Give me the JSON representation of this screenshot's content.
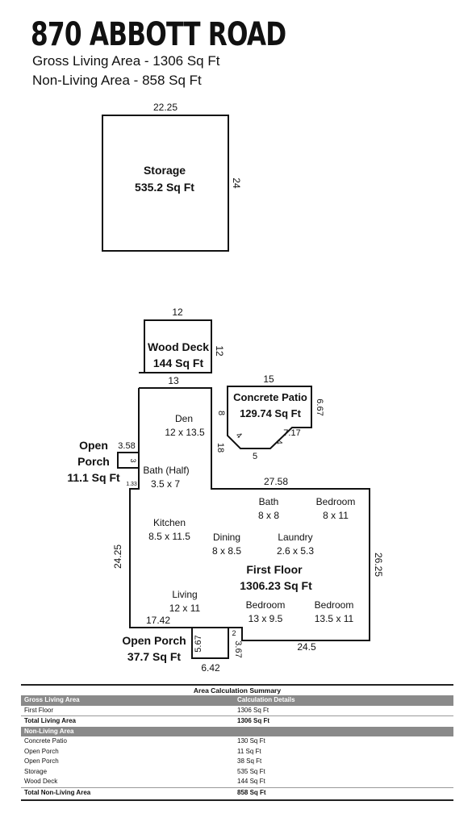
{
  "header": {
    "address": "870 ABBOTT ROAD",
    "gross_living": "Gross Living Area - 1306 Sq Ft",
    "non_living": "Non-Living Area - 858 Sq Ft"
  },
  "storage": {
    "name": "Storage",
    "area": "535.2 Sq Ft",
    "dim_top": "22.25",
    "dim_side": "24"
  },
  "wood_deck": {
    "name": "Wood Deck",
    "area": "144 Sq Ft",
    "dim_top": "12",
    "dim_side": "12",
    "dim_bottom": "13"
  },
  "concrete_patio": {
    "name": "Concrete Patio",
    "area": "129.74 Sq Ft",
    "dim_top": "15",
    "dim_right": "6.67",
    "dim_a": "7.17",
    "dim_b": "4",
    "dim_c": "4",
    "dim_bottom": "5",
    "dim_left": "8"
  },
  "open_porch_left": {
    "name_line1": "Open",
    "name_line2": "Porch",
    "area": "11.1 Sq Ft",
    "dim_a": "3.58",
    "dim_b": "3",
    "dim_c": "1.33"
  },
  "open_porch_bottom": {
    "name": "Open Porch",
    "area": "37.7 Sq Ft",
    "dim_a": "5.67",
    "dim_b": "3.67",
    "dim_c": "6.42"
  },
  "first_floor": {
    "name": "First Floor",
    "area": "1306.23 Sq Ft",
    "dim_top": "27.58",
    "dim_right": "26.25",
    "dim_left": "24.25",
    "dim_bottom_left": "17.42",
    "dim_bottom_right": "24.5",
    "dim_small": "2",
    "dim_den_side": "18",
    "rooms": [
      {
        "name": "Den",
        "size": "12 x 13.5"
      },
      {
        "name": "Bath (Half)",
        "size": "3.5 x 7"
      },
      {
        "name": "Kitchen",
        "size": "8.5 x 11.5"
      },
      {
        "name": "Dining",
        "size": "8 x 8.5"
      },
      {
        "name": "Bath",
        "size": "8 x 8"
      },
      {
        "name": "Bedroom",
        "size": "8 x 11"
      },
      {
        "name": "Laundry",
        "size": "2.6 x 5.3"
      },
      {
        "name": "Living",
        "size": "12 x 11"
      },
      {
        "name": "Bedroom",
        "size": "13 x 9.5"
      },
      {
        "name": "Bedroom",
        "size": "13.5 x 11"
      }
    ]
  },
  "summary": {
    "title": "Area Calculation Summary",
    "gross_header": "Gross Living Area",
    "details_header": "Calculation Details",
    "first_floor_label": "First Floor",
    "first_floor_value": "1306 Sq Ft",
    "total_living_label": "Total Living Area",
    "total_living_value": "1306 Sq Ft",
    "non_living_header": "Non-Living Area",
    "items": [
      {
        "label": "Concrete Patio",
        "value": "130 Sq Ft"
      },
      {
        "label": "Open Porch",
        "value": "11 Sq Ft"
      },
      {
        "label": "Open Porch",
        "value": "38 Sq Ft"
      },
      {
        "label": "Storage",
        "value": "535 Sq Ft"
      },
      {
        "label": "Wood Deck",
        "value": "144 Sq Ft"
      }
    ],
    "total_non_living_label": "Total Non-Living Area",
    "total_non_living_value": "858 Sq Ft"
  }
}
